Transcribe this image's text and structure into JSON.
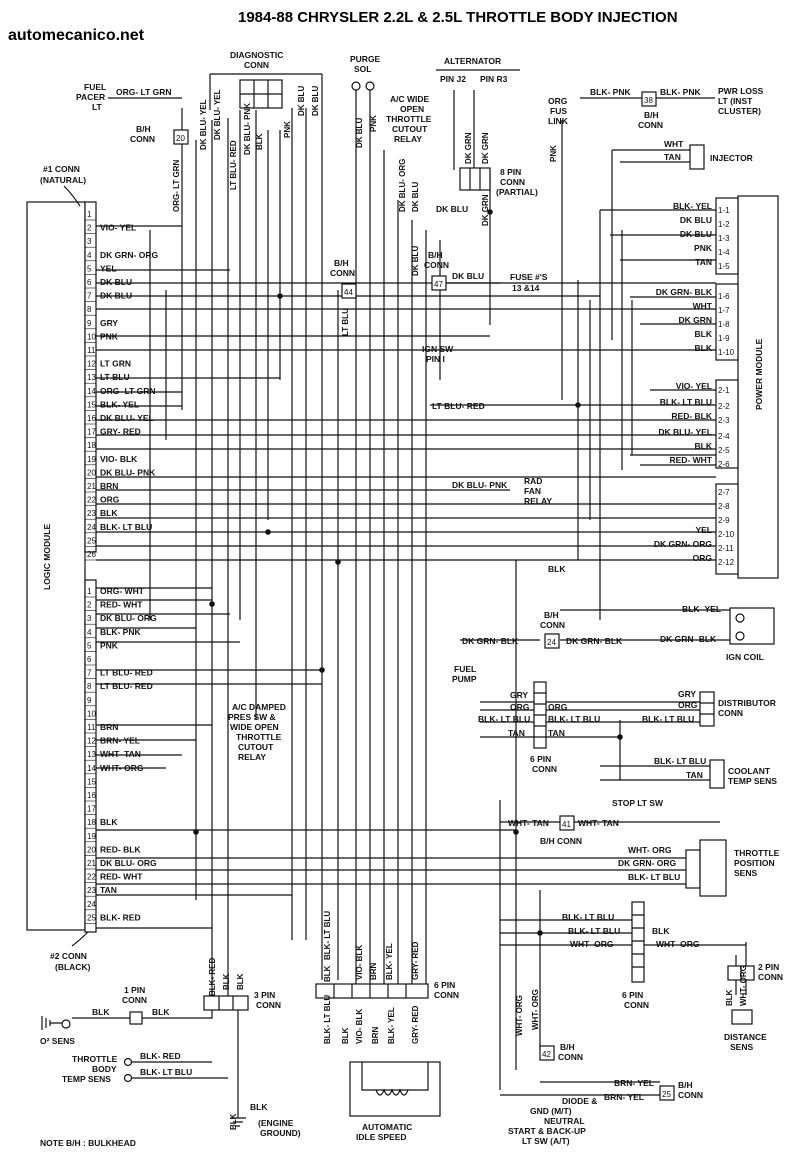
{
  "header": {
    "site": "automecanico.net",
    "title": "1984-88  CHRYSLER 2.2L & 2.5L THROTTLE BODY INJECTION"
  },
  "footer": {
    "note": "NOTE  B/H : BULKHEAD"
  },
  "logic_module": {
    "name": "LOGIC MODULE",
    "conn1": [
      "#1 CONN",
      "(NATURAL)"
    ],
    "conn2": [
      "#2 CONN",
      "(BLACK)"
    ],
    "wires1": [
      "",
      "VIO- YEL",
      "",
      "DK GRN- ORG",
      "YEL",
      "DK BLU",
      "DK BLU",
      "",
      "GRY",
      "PNK",
      "",
      "LT GRN",
      "LT BLU",
      "ORG- LT GRN",
      "BLK- YEL",
      "DK BLU- YEL",
      "GRY- RED",
      "",
      "VIO- BLK",
      "DK BLU- PNK",
      "BRN",
      "ORG",
      "BLK",
      "BLK- LT BLU",
      "",
      ""
    ],
    "wires2": [
      "ORG- WHT",
      "RED- WHT",
      "DK BLU- ORG",
      "BLK- PNK",
      "PNK",
      "",
      "LT BLU- RED",
      "LT BLU- RED",
      "",
      "",
      "BRN",
      "BRN- YEL",
      "WHT- TAN",
      "WHT- ORG",
      "",
      "",
      "",
      "BLK",
      "",
      "RED- BLK",
      "DK BLU- ORG",
      "RED- WHT",
      "TAN",
      "",
      "BLK- RED"
    ]
  },
  "power_module": {
    "name": "POWER MODULE",
    "pins": [
      "1-1",
      "1-2",
      "1-3",
      "1-4",
      "1-5",
      "1-6",
      "1-7",
      "1-8",
      "1-9",
      "1-10",
      "2-1",
      "2-2",
      "2-3",
      "2-4",
      "2-5",
      "2-6",
      "2-7",
      "2-8",
      "2-9",
      "2-10",
      "2-11",
      "2-12"
    ],
    "wires": [
      "BLK- YEL",
      "DK BLU",
      "DK BLU",
      "PNK",
      "TAN",
      "DK GRN- BLK",
      "WHT",
      "DK GRN",
      "BLK",
      "BLK",
      "VIO- YEL",
      "BLK- LT BLU",
      "RED- BLK",
      "DK BLU- YEL",
      "BLK",
      "RED- WHT",
      "",
      "",
      "",
      "YEL",
      "DK GRN- ORG",
      "ORG"
    ]
  },
  "components": {
    "fuel_pacer": [
      "FUEL",
      "PACER",
      "LT"
    ],
    "bh_conn_20": [
      "B/H",
      "CONN",
      "20"
    ],
    "diagnostic": [
      "DIAGNOSTIC",
      "CONN"
    ],
    "purge": [
      "PURGE",
      "SOL"
    ],
    "alternator": [
      "ALTERNATOR",
      "PIN J2",
      "PIN R3"
    ],
    "ac_wide": [
      "A/C WIDE",
      "OPEN",
      "THROTTLE",
      "CUTOUT",
      "RELAY"
    ],
    "pin8": [
      "8 PIN",
      "CONN",
      "(PARTIAL)"
    ],
    "org_fus": [
      "ORG",
      "FUS",
      "LINK"
    ],
    "pwr_loss": [
      "PWR LOSS",
      "LT (INST",
      "CLUSTER)"
    ],
    "bh_conn_38": [
      "B/H",
      "CONN",
      "38"
    ],
    "injector": "INJECTOR",
    "bh_conn_44": [
      "B/H",
      "CONN",
      "44"
    ],
    "bh_conn_47": [
      "B/H",
      "CONN",
      "47"
    ],
    "fuse": [
      "FUSE #'S",
      "13 &14"
    ],
    "ign_sw": [
      "IGN SW",
      "PIN  I"
    ],
    "rad_fan": [
      "RAD",
      "FAN",
      "RELAY"
    ],
    "bh_conn_24": [
      "B/H",
      "CONN",
      "24"
    ],
    "fuel_pump": [
      "FUEL",
      "PUMP"
    ],
    "ign_coil": "IGN COIL",
    "distributor": [
      "DISTRIBUTOR",
      "CONN"
    ],
    "ac_damped": [
      "A/C DAMPED",
      "PRES SW &",
      "WIDE OPEN",
      "THROTTLE",
      "CUTOUT",
      "RELAY"
    ],
    "pin6_a": [
      "6 PIN",
      "CONN"
    ],
    "coolant": [
      "COOLANT",
      "TEMP SENS"
    ],
    "stop_lt": "STOP LT SW",
    "bh_conn_41": [
      "41",
      "B/H CONN"
    ],
    "throttle_pos": [
      "THROTTLE",
      "POSITION",
      "SENS"
    ],
    "pin6_b": [
      "6 PIN",
      "CONN"
    ],
    "pin2": [
      "2 PIN",
      "CONN"
    ],
    "distance": [
      "DISTANCE",
      "SENS"
    ],
    "pin1": [
      "1 PIN",
      "CONN"
    ],
    "o2": "O² SENS",
    "pin3": [
      "3 PIN",
      "CONN"
    ],
    "pin6_c": [
      "6 PIN",
      "CONN"
    ],
    "throttle_body": [
      "THROTTLE",
      "BODY",
      "TEMP SENS"
    ],
    "engine_ground": [
      "(ENGINE",
      "GROUND)"
    ],
    "auto_idle": [
      "AUTOMATIC",
      "IDLE SPEED"
    ],
    "bh_conn_42": [
      "42",
      "B/H",
      "CONN"
    ],
    "diode": [
      "DIODE &",
      "GND (M/T)",
      "NEUTRAL",
      "START & BACK-UP",
      "LT SW (A/T)"
    ],
    "bh_conn_25": [
      "25",
      "B/H",
      "CONN"
    ]
  },
  "wire_labels": {
    "org_lt_grn": "ORG- LT GRN",
    "org_lt_grn_v": "ORG- LT GRN",
    "dk_blu_yel": "DK BLU- YEL",
    "lt_blu_red": "LT BLU- RED",
    "dk_blu_pnk": "DK BLU- PNK",
    "dk_blu": "DK BLU",
    "pnk": "PNK",
    "blk": "BLK",
    "lt_blu": "LT BLU",
    "dk_blu_org": "DK BLU- ORG",
    "dk_grn": "DK GRN",
    "blk_pnk": "BLK- PNK",
    "wht": "WHT",
    "tan": "TAN",
    "dk_grn_blk": "DK GRN- BLK",
    "blk_yel": "BLK- YEL",
    "gry": "GRY",
    "org": "ORG",
    "blk_lt_blu": "BLK- LT BLU",
    "wht_tan": "WHT- TAN",
    "wht_org": "WHT- ORG",
    "dk_grn_org": "DK GRN- ORG",
    "blk_red": "BLK- RED",
    "vio_blk": "VIO- BLK",
    "brn": "BRN",
    "gry_red": "GRY- RED",
    "brn_yel": "BRN- YEL"
  }
}
